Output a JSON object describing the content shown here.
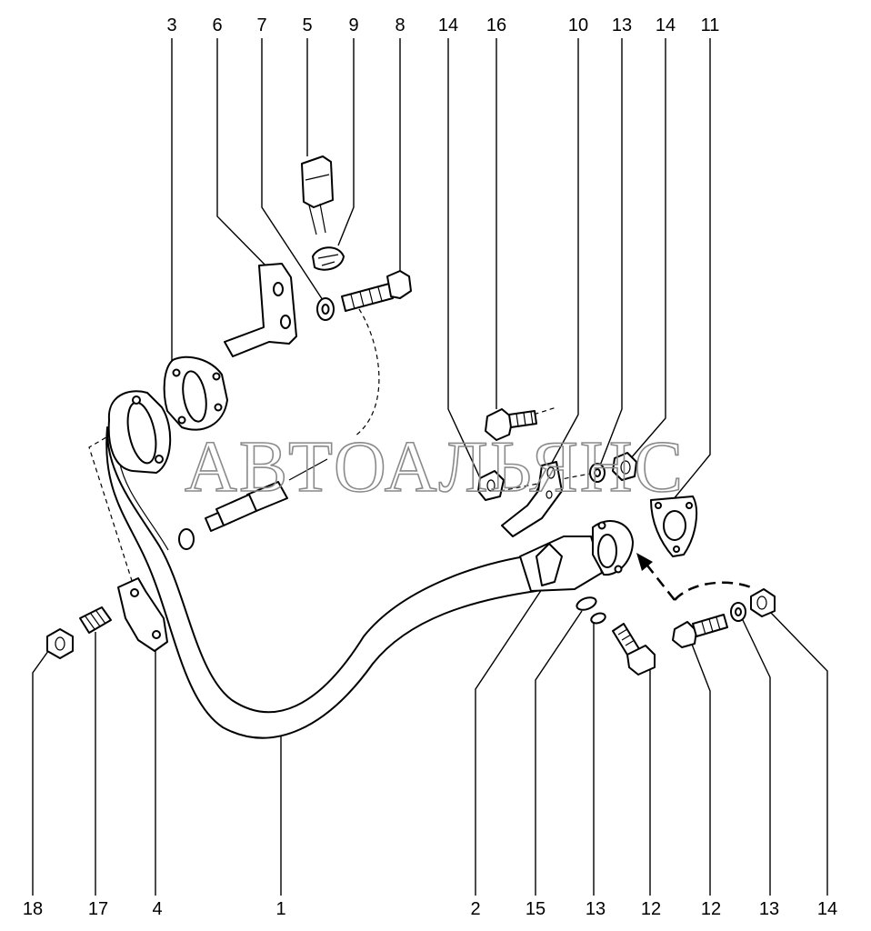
{
  "watermark": "АВТОАЛЬЯНС",
  "callouts_top": [
    "3",
    "6",
    "7",
    "5",
    "9",
    "8",
    "14",
    "16",
    "10",
    "13",
    "14",
    "11"
  ],
  "callouts_bottom": [
    "18",
    "17",
    "4",
    "1",
    "2",
    "15",
    "13",
    "12",
    "12",
    "13",
    "14"
  ]
}
